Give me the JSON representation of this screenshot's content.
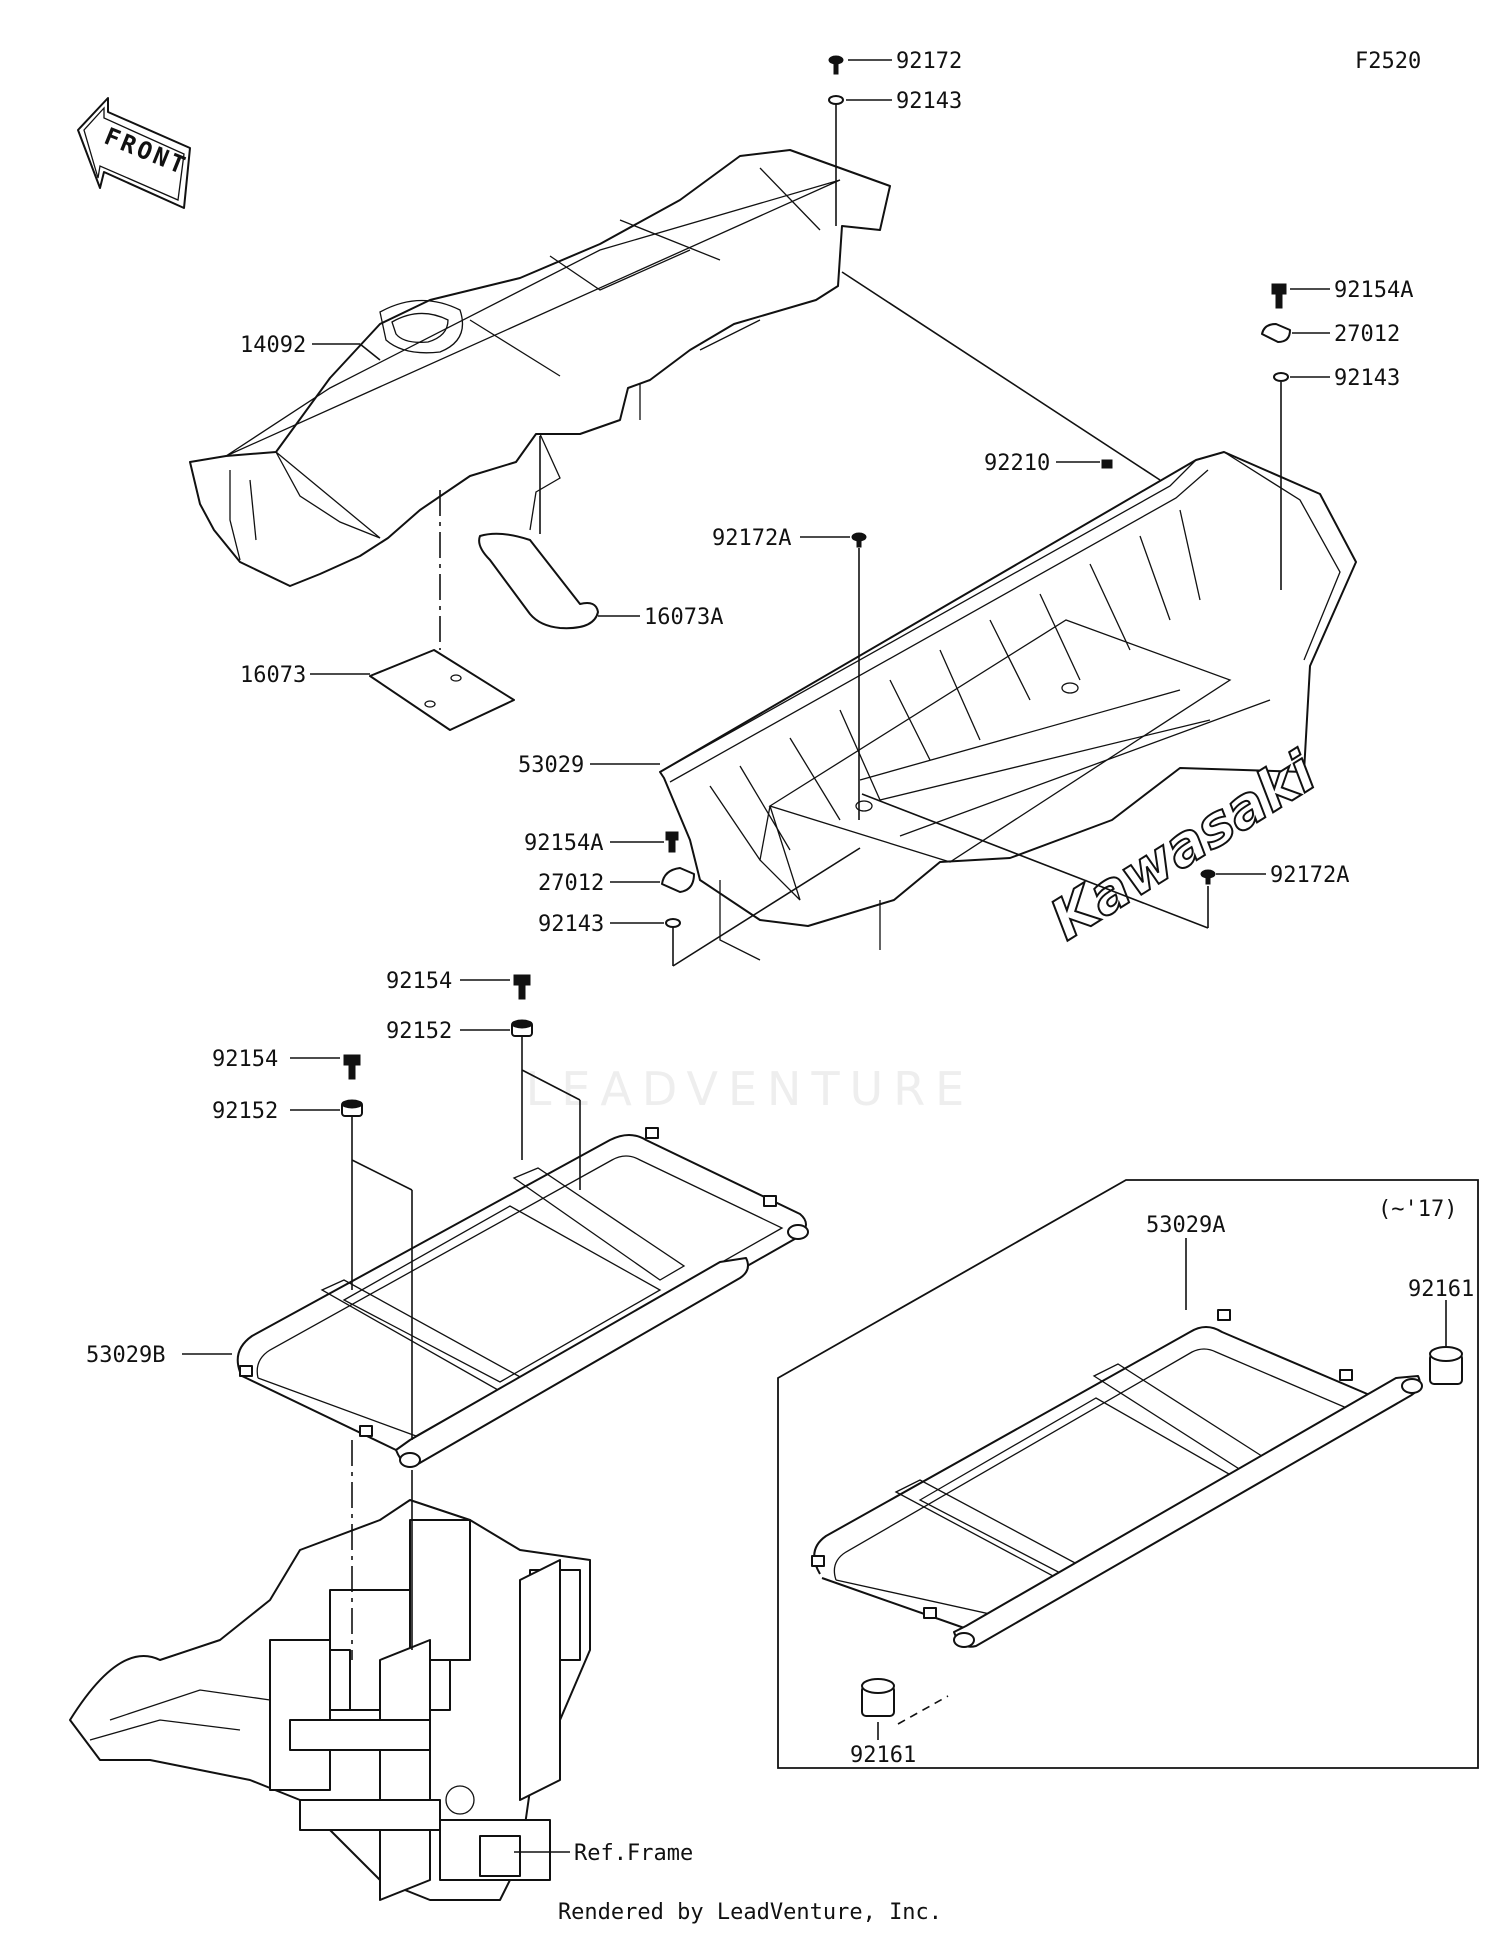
{
  "figure_code": "F2520",
  "front_label": "FRONT",
  "inset_note": "(~'17)",
  "watermark": "LEADVENTURE",
  "brand_text": "Kawasaki",
  "footer": "Rendered by LeadVenture, Inc.",
  "callouts": [
    {
      "id": "c01",
      "text": "92172"
    },
    {
      "id": "c02",
      "text": "92143"
    },
    {
      "id": "c03",
      "text": "14092"
    },
    {
      "id": "c04",
      "text": "16073A"
    },
    {
      "id": "c05",
      "text": "16073"
    },
    {
      "id": "c06",
      "text": "92154A"
    },
    {
      "id": "c07",
      "text": "27012"
    },
    {
      "id": "c08",
      "text": "92143"
    },
    {
      "id": "c09",
      "text": "92210"
    },
    {
      "id": "c10",
      "text": "92172A"
    },
    {
      "id": "c11",
      "text": "53029"
    },
    {
      "id": "c12",
      "text": "92154A"
    },
    {
      "id": "c13",
      "text": "27012"
    },
    {
      "id": "c14",
      "text": "92143"
    },
    {
      "id": "c15",
      "text": "92172A"
    },
    {
      "id": "c16",
      "text": "92154"
    },
    {
      "id": "c17",
      "text": "92152"
    },
    {
      "id": "c18",
      "text": "92154"
    },
    {
      "id": "c19",
      "text": "92152"
    },
    {
      "id": "c20",
      "text": "53029B"
    },
    {
      "id": "c21",
      "text": "53029A"
    },
    {
      "id": "c22",
      "text": "92161"
    },
    {
      "id": "c23",
      "text": "92161"
    },
    {
      "id": "c24",
      "text": "Ref.Frame"
    }
  ]
}
